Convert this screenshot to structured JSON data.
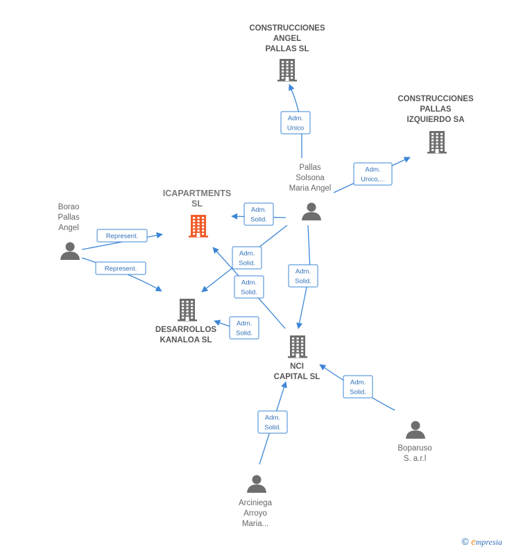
{
  "nodes": [
    {
      "id": "construcciones_angel",
      "type": "company",
      "lines": [
        "CONSTRUCCIONES",
        "ANGEL",
        "PALLAS SL"
      ]
    },
    {
      "id": "construcciones_pallas",
      "type": "company",
      "lines": [
        "CONSTRUCCIONES",
        "PALLAS",
        "IZQUIERDO SA"
      ]
    },
    {
      "id": "icapartments",
      "type": "company",
      "focus": true,
      "lines": [
        "ICAPARTMENTS",
        "SL"
      ]
    },
    {
      "id": "pallas_solsona",
      "type": "person",
      "lines": [
        "Pallas",
        "Solsona",
        "Maria Angel"
      ]
    },
    {
      "id": "borao",
      "type": "person",
      "lines": [
        "Borao",
        "Pallas",
        "Angel"
      ]
    },
    {
      "id": "desarrollos",
      "type": "company",
      "lines": [
        "DESARROLLOS",
        "KANALOA  SL"
      ]
    },
    {
      "id": "nci",
      "type": "company",
      "lines": [
        "NCI",
        "CAPITAL  SL"
      ]
    },
    {
      "id": "boparuso",
      "type": "person",
      "lines": [
        "Boparuso",
        "S. a.r.l"
      ]
    },
    {
      "id": "arciniega",
      "type": "person",
      "lines": [
        "Arciniega",
        "Arroyo",
        "Maria..."
      ]
    }
  ],
  "edges": [
    {
      "id": "e1",
      "label": [
        "Adm.",
        "Unico"
      ]
    },
    {
      "id": "e2",
      "label": [
        "Adm.",
        "Unico,..."
      ]
    },
    {
      "id": "e3",
      "label": [
        "Adm.",
        "Solid."
      ]
    },
    {
      "id": "e4",
      "label": [
        "Adm.",
        "Solid."
      ]
    },
    {
      "id": "e5",
      "label": [
        "Adm.",
        "Solid."
      ]
    },
    {
      "id": "e6",
      "label": [
        "Adm.",
        "Solid."
      ]
    },
    {
      "id": "e7",
      "label": [
        "Adm.",
        "Solid."
      ]
    },
    {
      "id": "e8",
      "label": [
        "Represent."
      ]
    },
    {
      "id": "e9",
      "label": [
        "Represent."
      ]
    },
    {
      "id": "e10",
      "label": [
        "Adm.",
        "Solid."
      ]
    },
    {
      "id": "e11",
      "label": [
        "Adm.",
        "Solid."
      ]
    }
  ],
  "colors": {
    "company": "#6e6e6e",
    "focus": "#f05a28",
    "person": "#6e6e6e",
    "edge": "#3b86d6"
  },
  "footer": {
    "copyright": "©",
    "brand_first": "e",
    "brand_rest": "mpresia"
  }
}
